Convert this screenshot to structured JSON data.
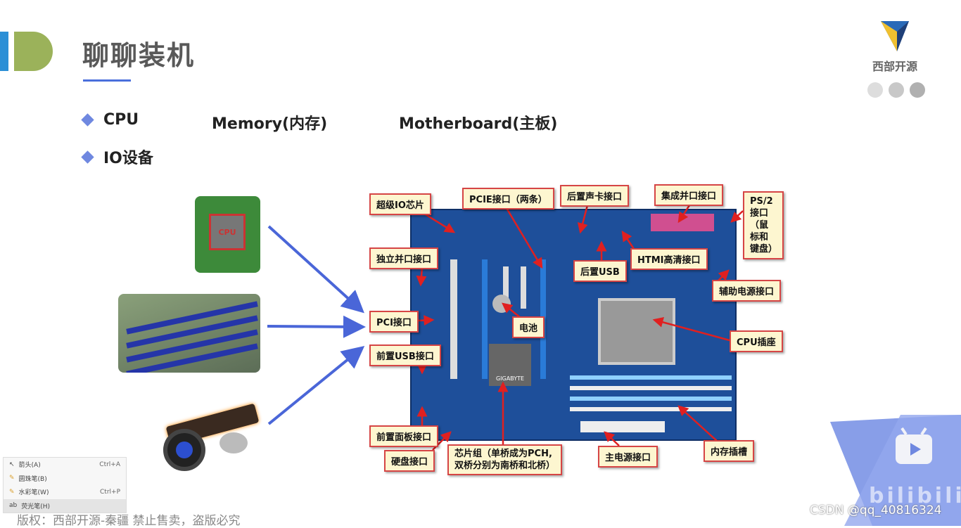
{
  "slide": {
    "title": "聊聊装机",
    "brand": "西部开源",
    "bullets": [
      {
        "items": [
          "CPU",
          "Memory(内存)",
          "Motherboard(主板)"
        ]
      },
      {
        "items": [
          "IO设备"
        ]
      }
    ],
    "photos": {
      "cpu_label": "CPU"
    },
    "motherboard_labels": {
      "super_io": "超级IO芯片",
      "pcie": "PCIE接口（两条）",
      "rear_audio": "后置声卡接口",
      "parallel_integrated": "集成并口接口",
      "ps2": "PS/2接口（鼠标和键盘）",
      "parallel_standalone": "独立并口接口",
      "rear_usb": "后置USB",
      "hdmi": "HTMI高清接口",
      "aux_power": "辅助电源接口",
      "pci": "PCI接口",
      "battery": "电池",
      "cpu_socket": "CPU插座",
      "front_usb": "前置USB接口",
      "front_panel": "前置面板接口",
      "hdd": "硬盘接口",
      "chipset_line1": "芯片组（单桥成为PCH,",
      "chipset_line2": "双桥分别为南桥和北桥）",
      "main_power": "主电源接口",
      "memory_slot": "内存插槽",
      "board_brand": "GIGABYTE"
    },
    "copyright": "版权：西部开源-秦疆    禁止售卖，盗版必究"
  },
  "context_menu": [
    {
      "label": "箭头(A)",
      "shortcut": "Ctrl+A"
    },
    {
      "label": "圆珠笔(B)",
      "shortcut": ""
    },
    {
      "label": "水彩笔(W)",
      "shortcut": "Ctrl+P"
    },
    {
      "label": "荧光笔(H)",
      "shortcut": ""
    }
  ],
  "watermark": {
    "csdn": "CSDN @qq_40816324",
    "bilibili": "bilibili"
  },
  "colors": {
    "accent": "#6f88e0",
    "label_border": "#d64545",
    "board": "#1e4f9a"
  }
}
